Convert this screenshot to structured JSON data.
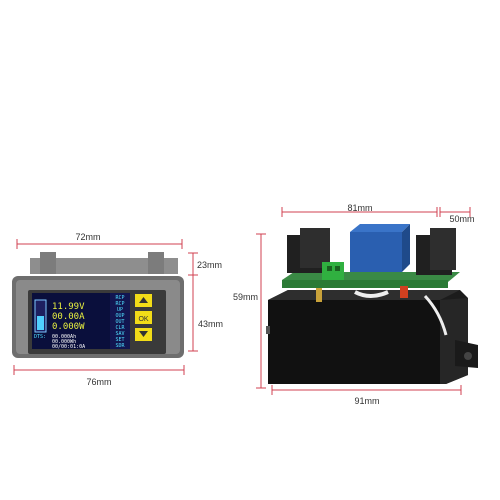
{
  "dimensions": {
    "meter_width": "72mm",
    "meter_front_width": "76mm",
    "meter_depth_top": "23mm",
    "meter_depth_bottom": "43mm",
    "module_width_top": "81mm",
    "module_depth": "50mm",
    "module_height": "59mm",
    "module_width_bottom": "91mm"
  },
  "screen": {
    "voltage": "11.99V",
    "current": "00.00A",
    "power": "0.000W",
    "readout_1": "00.000Ah",
    "readout_2": "00.000Wh",
    "time": "00/00:01:0A",
    "status_left": "DTS:",
    "menu": [
      "RCP",
      "RCP",
      "UP",
      "OUP",
      "OUT",
      "CLR",
      "SAV",
      "SET",
      "SDR"
    ]
  },
  "buttons": {
    "ok_label": "OK",
    "up_icon": "arrow-up-icon",
    "down_icon": "arrow-down-icon"
  },
  "colors": {
    "screen_bg": "#0a0f3c",
    "screen_text": "#e8f040",
    "buttons": "#f2dc18",
    "housing": "#6e6e6e",
    "pcb": "#2a7a35",
    "relay": "#2a5fb0"
  }
}
